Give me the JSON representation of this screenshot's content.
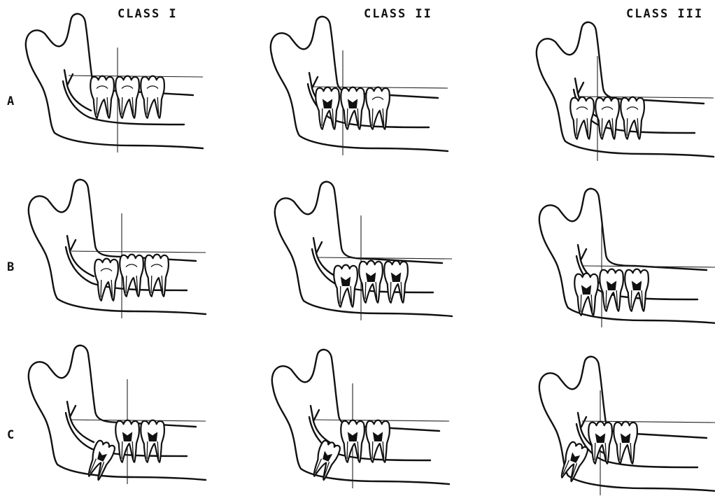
{
  "columns": [
    "CLASS I",
    "CLASS II",
    "CLASS III"
  ],
  "rows": [
    "A",
    "B",
    "C"
  ],
  "colors": {
    "ink": "#111111",
    "paper": "#ffffff"
  }
}
